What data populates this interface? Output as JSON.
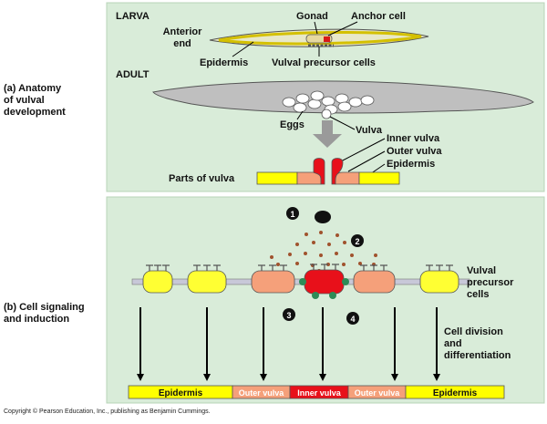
{
  "panel_a": {
    "label": "(a) Anatomy\nof vulval\ndevelopment",
    "larva": "LARVA",
    "anterior_end": "Anterior\nend",
    "gonad": "Gonad",
    "anchor_cell": "Anchor cell",
    "epidermis_larva": "Epidermis",
    "vulval_precursor_cells": "Vulval precursor cells",
    "adult": "ADULT",
    "eggs": "Eggs",
    "vulva": "Vulva",
    "inner_vulva": "Inner vulva",
    "outer_vulva": "Outer vulva",
    "epidermis_parts": "Epidermis",
    "parts_of_vulva": "Parts of vulva"
  },
  "panel_b": {
    "label": "(b) Cell signaling\nand induction",
    "step_1": "1",
    "step_2": "2",
    "step_3": "3",
    "step_4": "4",
    "vpc_label": "Vulval\nprecursor\ncells",
    "division_label": "Cell division\nand\ndifferentiation",
    "bar": [
      "Epidermis",
      "Outer vulva",
      "Inner vulva",
      "Outer vulva",
      "Epidermis"
    ]
  },
  "copyright": "Copyright © Pearson Education, Inc., publishing as Benjamin Cummings.",
  "colors": {
    "panel_bg": "#d9ecd9",
    "epidermis": "#ffff00",
    "outer_vulva": "#f5a07a",
    "inner_vulva": "#e8101a",
    "signal_dots": "#a0522d",
    "anchor_cell": "#111111"
  }
}
